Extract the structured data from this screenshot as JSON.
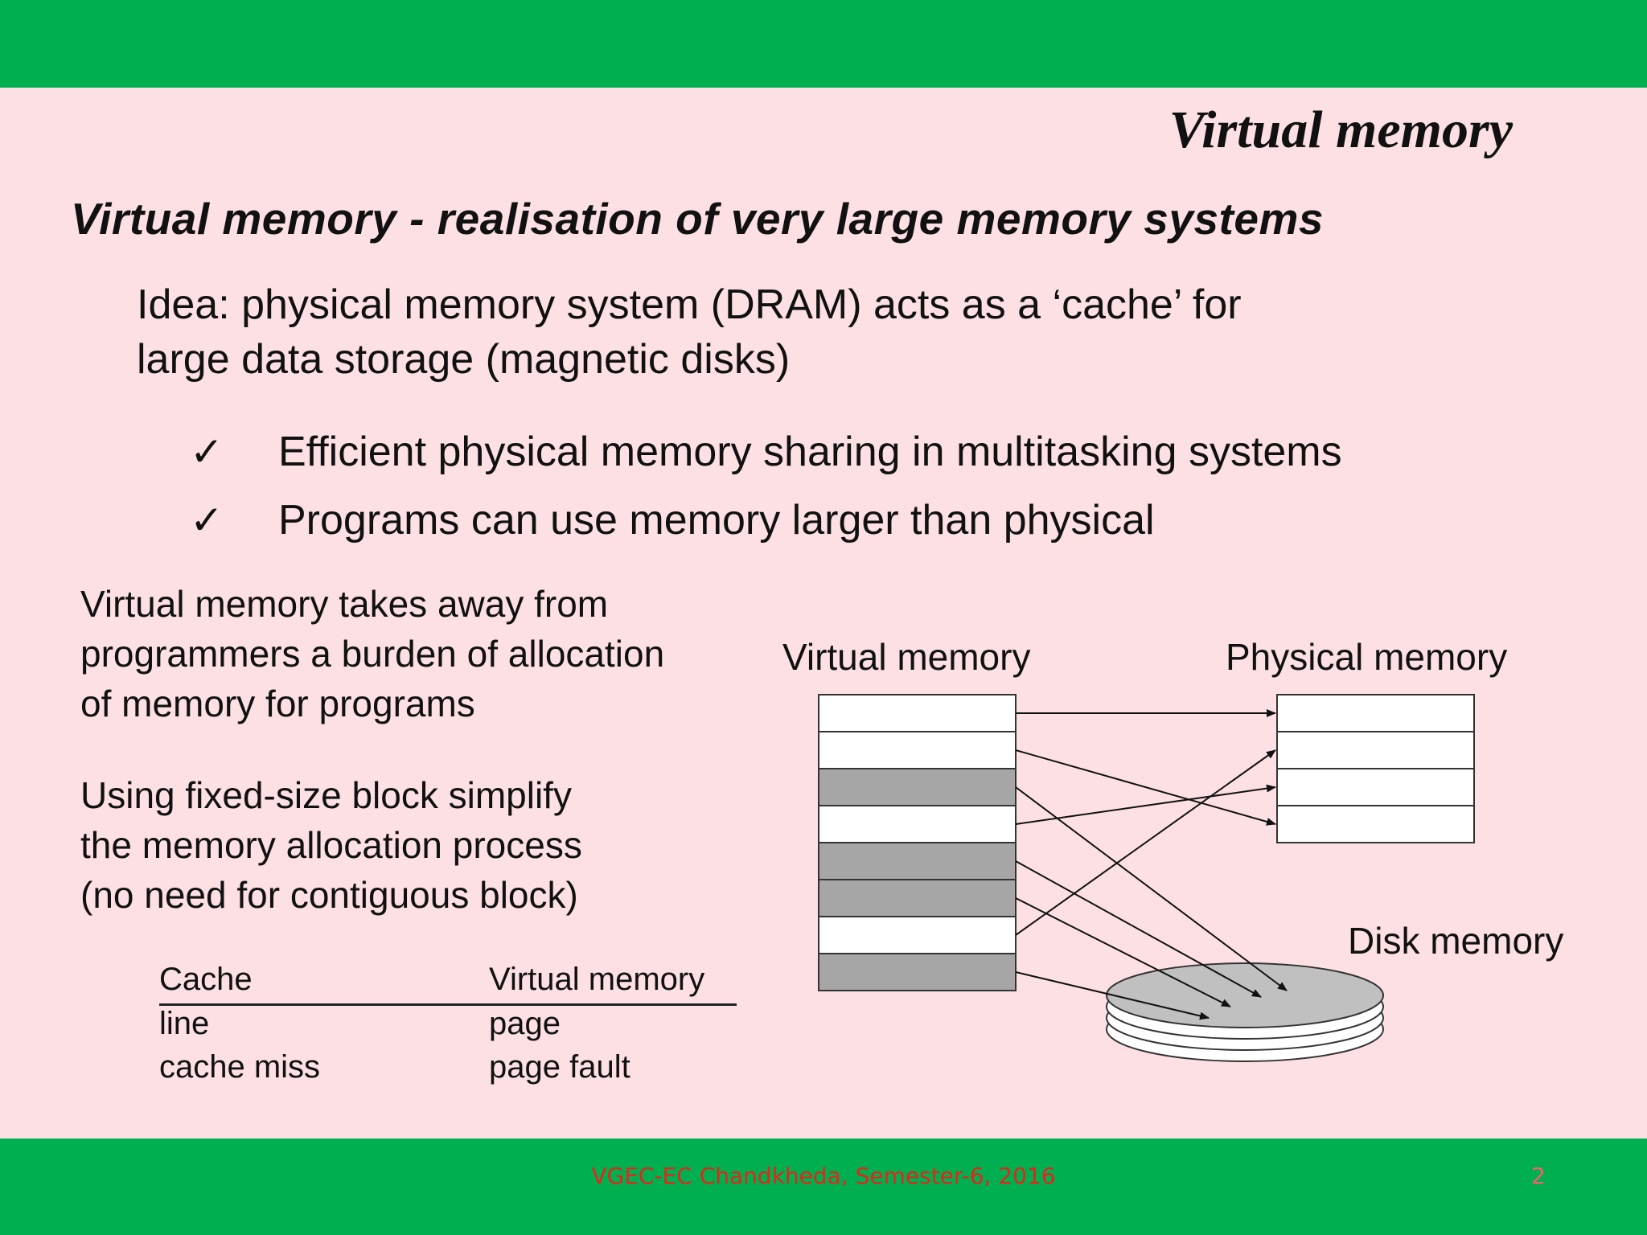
{
  "section_title": "Virtual memory",
  "heading": "Virtual memory - realisation of very large memory systems",
  "idea": {
    "line1": "Idea: physical memory system (DRAM) acts as a ‘cache’ for",
    "line2": "large data storage (magnetic disks)"
  },
  "bullets": [
    {
      "mark": "✓",
      "text": "Efficient physical memory sharing in multitasking systems"
    },
    {
      "mark": "✓",
      "text": "Programs can use memory larger than physical"
    }
  ],
  "para1": {
    "line1": "Virtual memory takes away from",
    "line2": "programmers a burden of allocation",
    "line3": "of memory for programs"
  },
  "para2": {
    "line1": "Using fixed-size block simplify",
    "line2": "the memory allocation process",
    "line3": "(no need for contiguous block)"
  },
  "comparison": {
    "header": [
      "Cache",
      "Virtual memory"
    ],
    "rows": [
      [
        "line",
        "page"
      ],
      [
        "cache miss",
        "page fault"
      ]
    ]
  },
  "diagram": {
    "virtual_label": "Virtual memory",
    "physical_label": "Physical memory",
    "disk_label": "Disk memory",
    "virtual_pages": [
      "physical",
      "physical",
      "disk",
      "physical",
      "disk",
      "disk",
      "physical",
      "disk"
    ],
    "physical_frames": 4,
    "disk_platters": 4,
    "colors": {
      "resident": "#ffffff",
      "on_disk": "#a6a6a6",
      "disk": "#c0c0c0",
      "stroke": "#333333"
    }
  },
  "footer": "VGEC-EC Chandkheda, Semester-6, 2016",
  "page_number": "2",
  "colors": {
    "band": "#00b050",
    "background": "#fde0e4",
    "footer_text": "#e8231a"
  }
}
